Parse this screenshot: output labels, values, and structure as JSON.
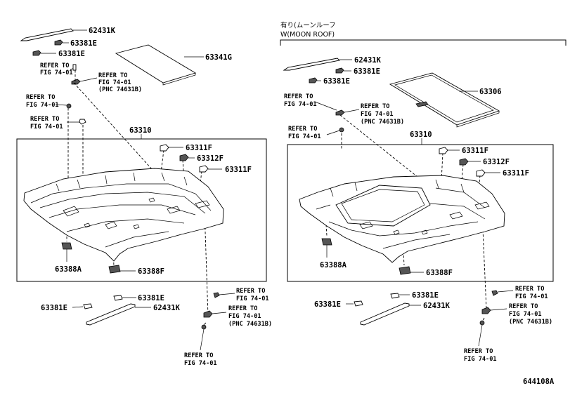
{
  "left_panel": {
    "parts": {
      "p62431k_top": "62431K",
      "p63381e_a": "63381E",
      "p63381e_b": "63381E",
      "p63341g": "63341G",
      "p63310": "63310",
      "p63311f_a": "63311F",
      "p63312f": "63312F",
      "p63311f_b": "63311F",
      "p63388a": "63388A",
      "p63388f": "63388F",
      "p63381e_c": "63381E",
      "p63381e_d": "63381E",
      "p62431k_bot": "62431K"
    },
    "refs": {
      "r1_l1": "REFER TO",
      "r1_l2": "FIG 74-01",
      "r2_l1": "REFER TO",
      "r2_l2": "FIG 74-01",
      "r2_l3": "(PNC 74631B)",
      "r3_l1": "REFER TO",
      "r3_l2": "FIG 74-01",
      "r4_l1": "REFER TO",
      "r4_l2": "FIG 74-01",
      "r5_l1": "REFER TO",
      "r5_l2": "FIG 74-01",
      "r6_l1": "REFER TO",
      "r6_l2": "FIG 74-01",
      "r6_l3": "(PNC 74631B)",
      "r7_l1": "REFER TO",
      "r7_l2": "FIG 74-01"
    }
  },
  "right_panel": {
    "header_jp": "有り(ムーンルーフ",
    "header_en": "W(MOON ROOF)",
    "parts": {
      "p62431k_top": "62431K",
      "p63381e_a": "63381E",
      "p63381e_b": "63381E",
      "p63306": "63306",
      "p63310": "63310",
      "p63311f_a": "63311F",
      "p63312f": "63312F",
      "p63311f_b": "63311F",
      "p63388a": "63388A",
      "p63388f": "63388F",
      "p63381e_c": "63381E",
      "p63381e_d": "63381E",
      "p62431k_bot": "62431K"
    },
    "refs": {
      "r1_l1": "REFER TO",
      "r1_l2": "FIG 74-01",
      "r2_l1": "REFER TO",
      "r2_l2": "FIG 74-01",
      "r2_l3": "(PNC 74631B)",
      "r3_l1": "REFER TO",
      "r3_l2": "FIG 74-01",
      "r5_l1": "REFER TO",
      "r5_l2": "FIG 74-01",
      "r6_l1": "REFER TO",
      "r6_l2": "FIG 74-01",
      "r6_l3": "(PNC 74631B)",
      "r7_l1": "REFER TO",
      "r7_l2": "FIG 74-01"
    }
  },
  "figure_code": "644108A"
}
